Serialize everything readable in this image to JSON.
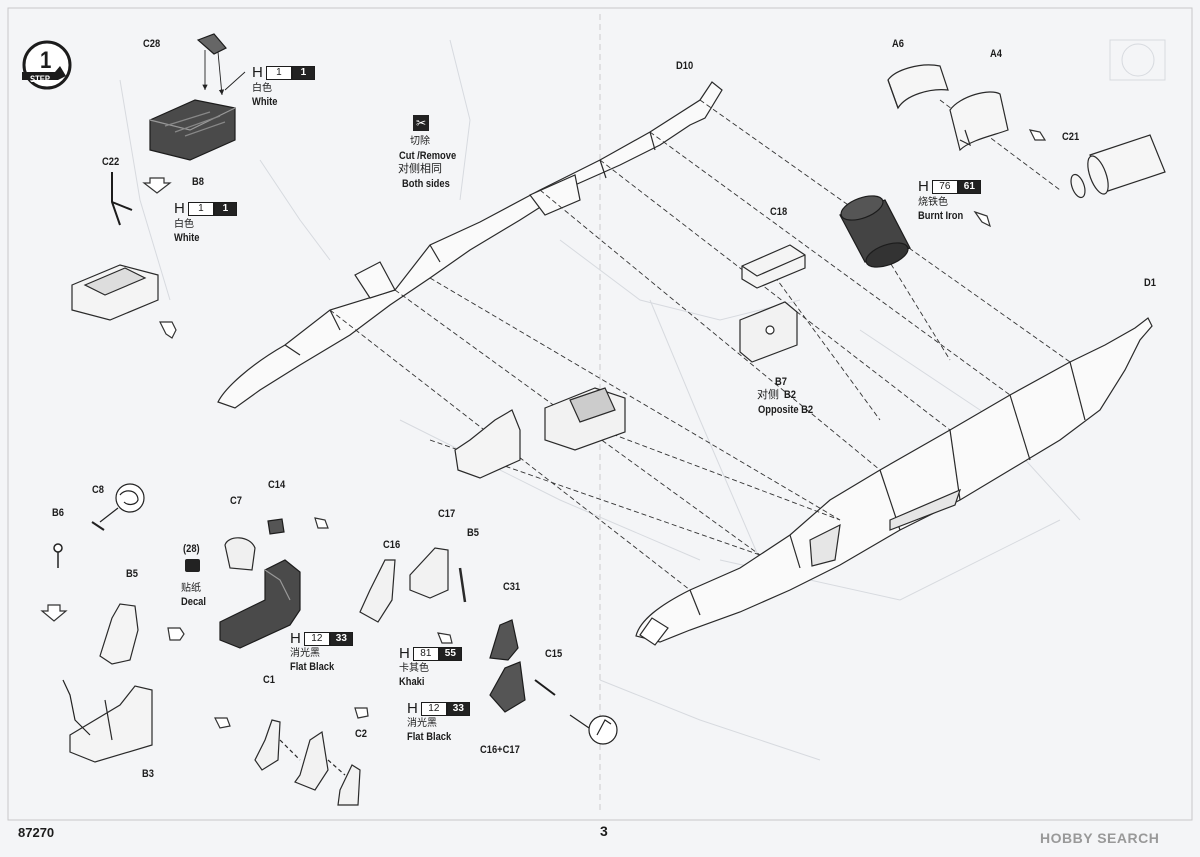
{
  "step": {
    "number": "1",
    "word": "STEP"
  },
  "parts": {
    "C28": "C28",
    "B8": "B8",
    "C22": "C22",
    "D10": "D10",
    "A6": "A6",
    "A4": "A4",
    "C21": "C21",
    "C18": "C18",
    "D1": "D1",
    "B7": "B7",
    "B6": "B6",
    "C8": "C8",
    "C7": "C7",
    "C14": "C14",
    "B5a": "B5",
    "B3": "B3",
    "C17": "C17",
    "C16": "C16",
    "B5b": "B5",
    "C31": "C31",
    "C15": "C15",
    "C1": "C1",
    "C2": "C2",
    "C16C17": "C16+C17"
  },
  "paint_white_1": {
    "prefix": "H",
    "h": "1",
    "m": "1",
    "cn": "白色",
    "en": "White"
  },
  "paint_white_2": {
    "prefix": "H",
    "h": "1",
    "m": "1",
    "cn": "白色",
    "en": "White"
  },
  "paint_burnt_iron": {
    "prefix": "H",
    "h": "76",
    "m": "61",
    "cn": "烧铁色",
    "en": "Burnt Iron"
  },
  "paint_flat_black_1": {
    "prefix": "H",
    "h": "12",
    "m": "33",
    "cn": "消光黑",
    "en": "Flat Black"
  },
  "paint_khaki": {
    "prefix": "H",
    "h": "81",
    "m": "55",
    "cn": "卡其色",
    "en": "Khaki"
  },
  "paint_flat_black_2": {
    "prefix": "H",
    "h": "12",
    "m": "33",
    "cn": "消光黑",
    "en": "Flat Black"
  },
  "cut_note": {
    "cn1": "切除",
    "en1": "Cut /Remove",
    "cn2": "对侧相同",
    "en2": "Both sides"
  },
  "opposite": {
    "cn": "对侧",
    "part": "B2",
    "en": "Opposite B2"
  },
  "decal": {
    "num": "(28)",
    "cn": "贴纸",
    "en": "Decal"
  },
  "footer": {
    "code": "87270",
    "page": "3",
    "watermark": "HOBBY SEARCH"
  }
}
